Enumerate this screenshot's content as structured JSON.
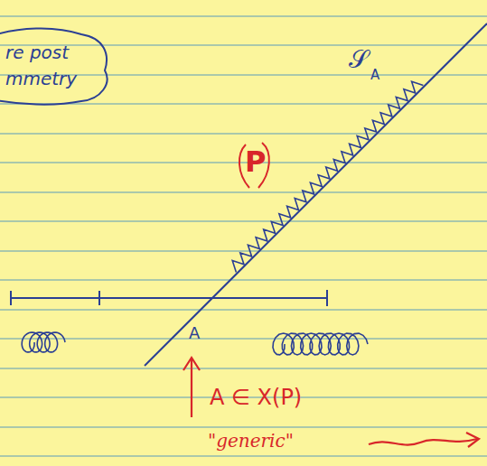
{
  "diagram": {
    "nodes": [
      {
        "text": [
          "re post mmetry"
        ]
      }
    ],
    "labels": [
      "𝒮",
      "A",
      "P",
      "A",
      "A ∈ X(P)",
      "\"generic\""
    ]
  }
}
